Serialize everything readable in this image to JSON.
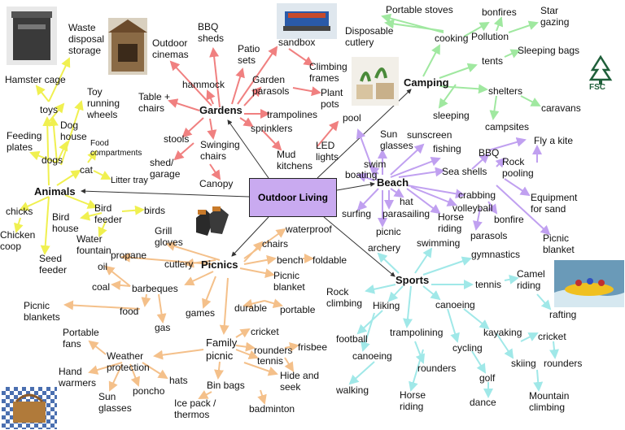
{
  "center": "Outdoor Living",
  "hubs": {
    "gardens": "Gardens",
    "camping": "Camping",
    "animals": "Animals",
    "beach": "Beach",
    "picnics": "Picnics",
    "sports": "Sports"
  },
  "colors": {
    "gardens": "#f08080",
    "camping": "#a0e8a0",
    "animals": "#f0f050",
    "beach": "#c0a0f0",
    "picnics": "#f4c08a",
    "sports": "#a0e8e8",
    "center_fill": "#c9aaf0",
    "center_line": "#333333"
  },
  "gardens_items": [
    "BBQ sheds",
    "Outdoor cinemas",
    "hammock",
    "Patio sets",
    "sandbox",
    "Climbing frames",
    "Garden parasols",
    "Plant pots",
    "Table + chairs",
    "trampolines",
    "sprinklers",
    "stools",
    "Swinging chairs",
    "shed/ garage",
    "Mud kitchens",
    "Canopy"
  ],
  "camping_items": [
    "Portable stoves",
    "bonfires",
    "Star gazing",
    "Disposable cutlery",
    "cooking",
    "Pollution",
    "tents",
    "Sleeping bags",
    "shelters",
    "caravans",
    "sleeping",
    "campsites"
  ],
  "animals_items": [
    "Waste disposal storage",
    "Hamster cage",
    "Toy running wheels",
    "toys",
    "Dog house",
    "Feeding plates",
    "dogs",
    "Food compartments",
    "cat",
    "Litter tray",
    "chicks",
    "Chicken coop",
    "Seed feeder",
    "Bird house",
    "Bird feeder",
    "birds",
    "Water fountain"
  ],
  "beach_items": [
    "pool",
    "LED lights",
    "Sun glasses",
    "sunscreen",
    "fishing",
    "BBQ",
    "Fly a kite",
    "swim",
    "Sea shells",
    "Rock pooling",
    "boating",
    "crabbing",
    "volleyball",
    "Equipment for sand",
    "hat",
    "parasailing",
    "Horse riding",
    "bonfire",
    "surfing",
    "parasols",
    "picnic",
    "Picnic blanket"
  ],
  "picnics_items": [
    "Grill gloves",
    "waterproof",
    "chairs",
    "propane",
    "cutlery",
    "bench",
    "foldable",
    "oil",
    "Picnic blanket",
    "barbeques",
    "coal",
    "durable",
    "portable",
    "Picnic blankets",
    "food",
    "games",
    "gas",
    "cricket",
    "Portable fans",
    "Family picnic",
    "rounders",
    "frisbee",
    "tennis",
    "Weather protection",
    "Hand warmers",
    "hats",
    "poncho",
    "Bin bags",
    "Hide and seek",
    "Sun glasses",
    "Ice pack / thermos",
    "badminton"
  ],
  "sports_items": [
    "archery",
    "swimming",
    "gymnastics",
    "Camel riding",
    "Rock climbing",
    "tennis",
    "Hiking",
    "canoeing",
    "rafting",
    "football",
    "trampolining",
    "kayaking",
    "cricket",
    "cycling",
    "canoeing",
    "rounders",
    "skiing",
    "rounders",
    "golf",
    "walking",
    "Horse riding",
    "dance",
    "Mountain climbing"
  ],
  "logo_text": "FSC",
  "icons": [
    "bin-photo",
    "bbq-shed-photo",
    "bbq-grill-photo",
    "plant-pots-photo",
    "fsc-tree-icon",
    "gloves-photo",
    "rafting-photo",
    "picnic-basket-photo"
  ]
}
